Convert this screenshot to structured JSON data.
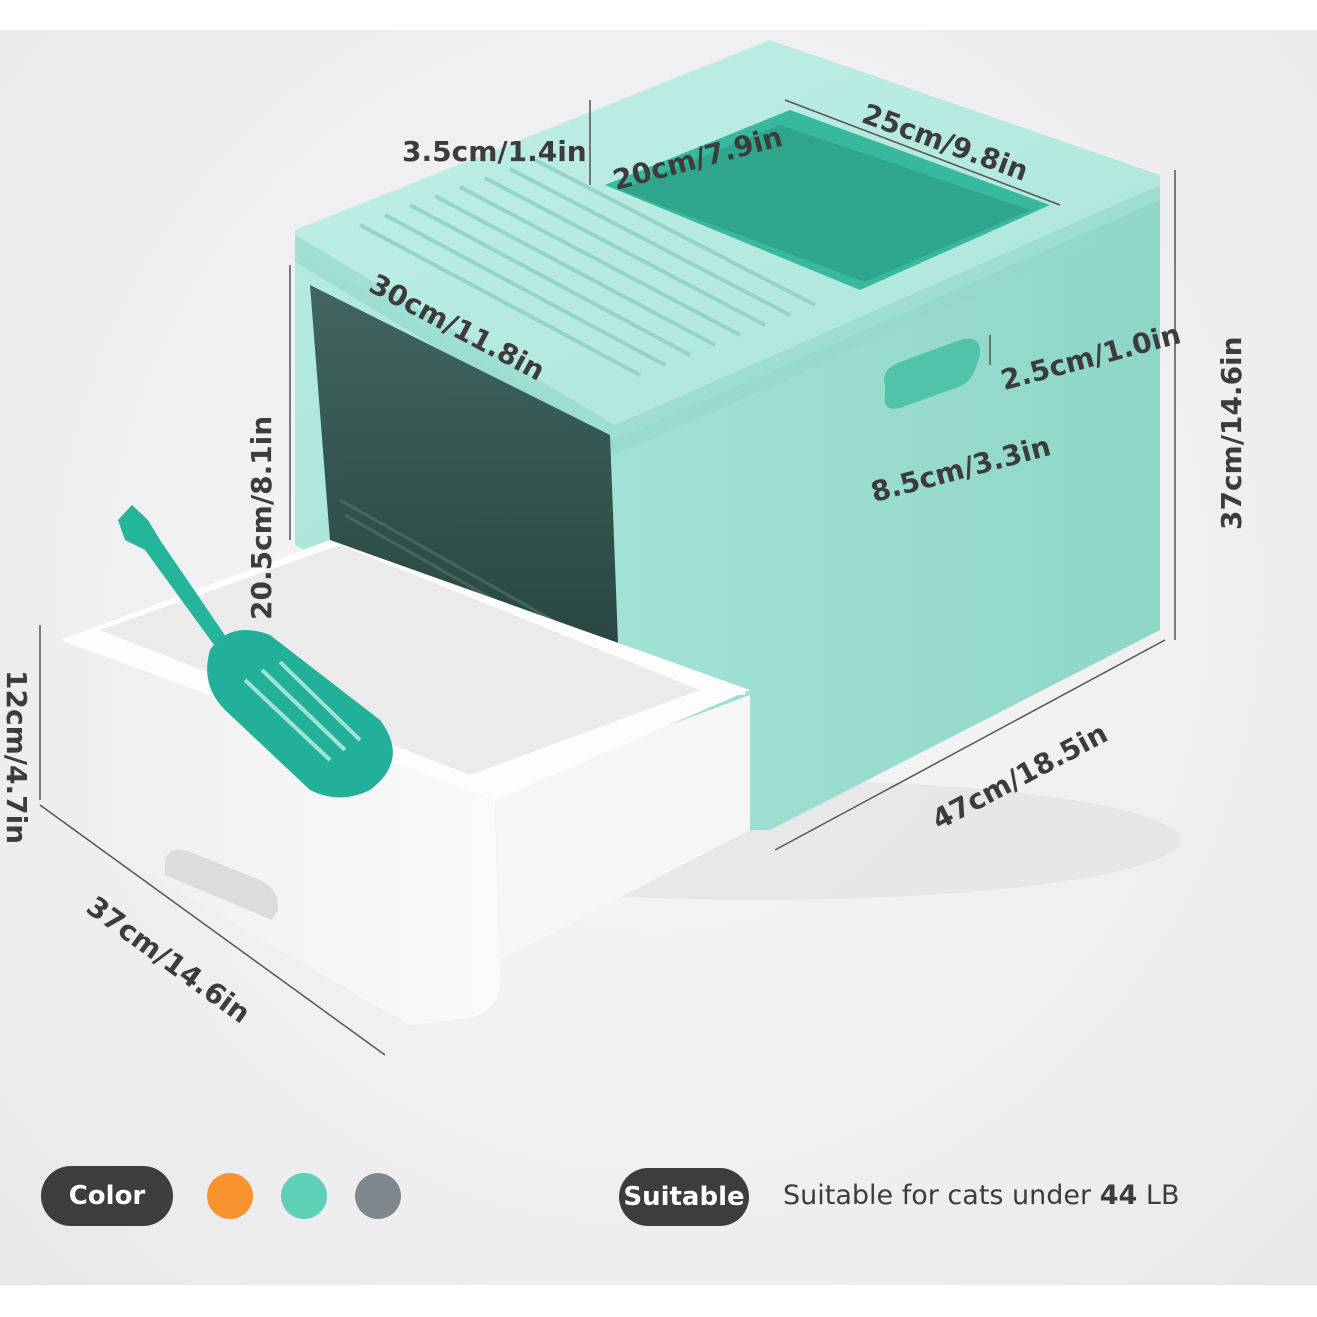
{
  "dimensions": {
    "rim_depth": "3.5cm/1.4in",
    "opening_width": "20cm/7.9in",
    "opening_length": "25cm/9.8in",
    "door_width": "30cm/11.8in",
    "door_height": "20.5cm/8.1in",
    "handle_height": "2.5cm/1.0in",
    "handle_width": "8.5cm/3.3in",
    "total_height": "37cm/14.6in",
    "total_depth": "47cm/18.5in",
    "drawer_height": "12cm/4.7in",
    "drawer_width": "37cm/14.6in"
  },
  "footer": {
    "color_label": "Color",
    "swatches": [
      {
        "name": "orange",
        "hex": "#f7922e"
      },
      {
        "name": "mint",
        "hex": "#5ed0b8"
      },
      {
        "name": "gray",
        "hex": "#7e868e"
      }
    ],
    "suitable_label": "Suitable",
    "suitable_text_prefix": "Suitable for cats under",
    "suitable_weight": "44",
    "suitable_unit": "LB"
  },
  "colors": {
    "body": "#a7e3d9",
    "body_dark": "#7fcfc2",
    "drawer": "#f3f3f3",
    "scoop": "#23b49a",
    "door": "#2a4a45"
  }
}
